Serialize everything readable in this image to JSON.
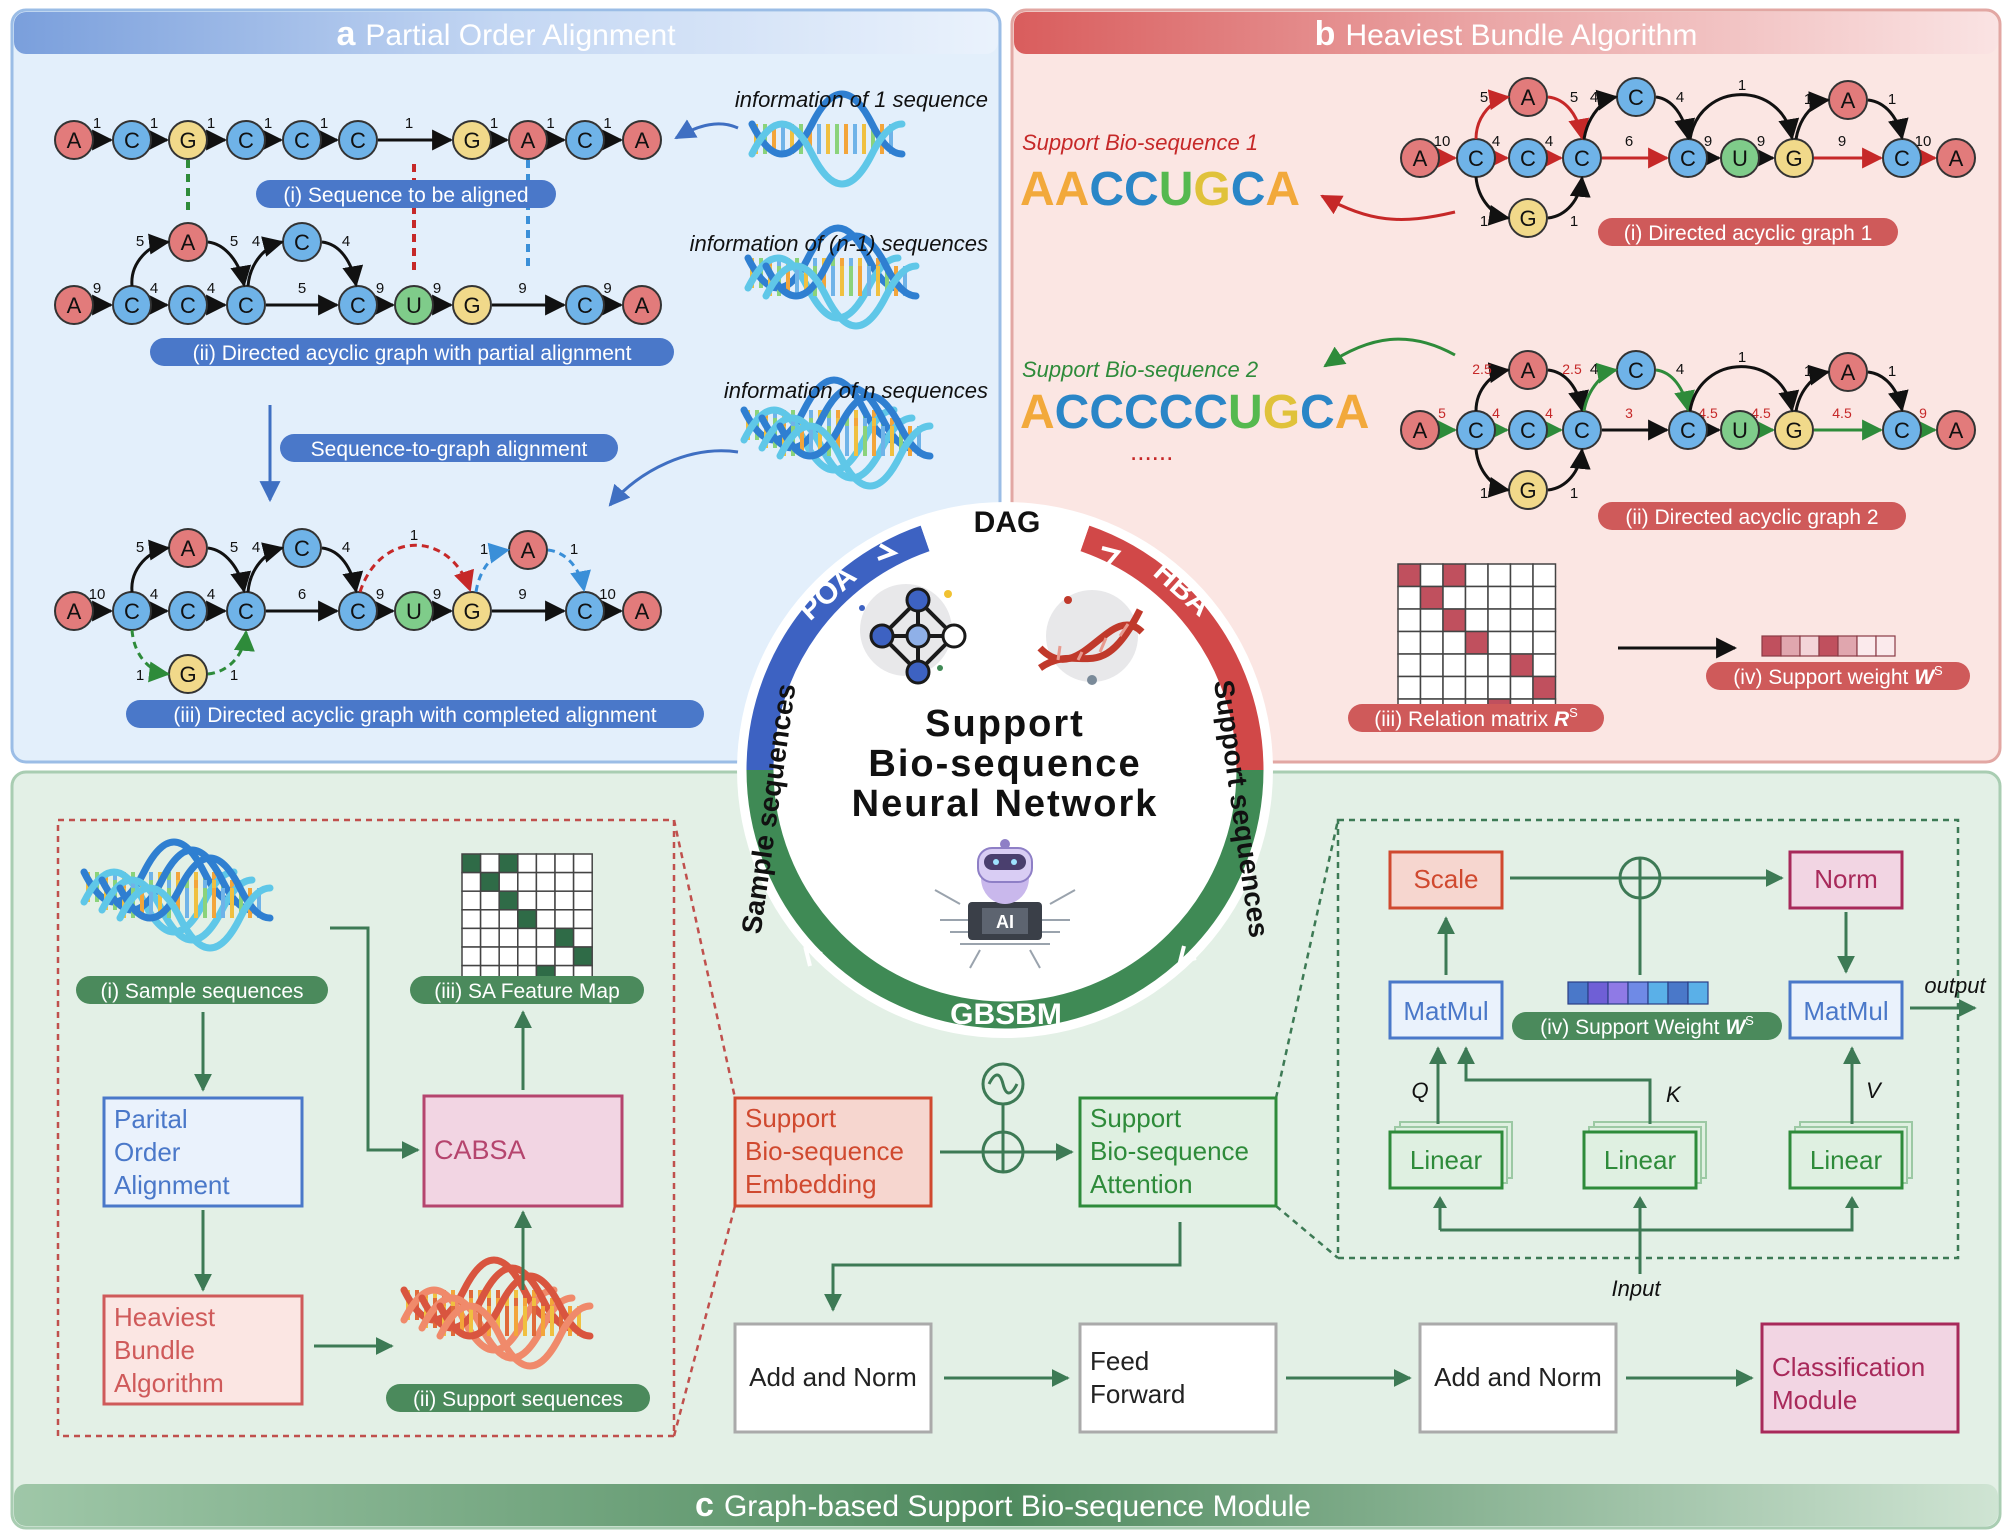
{
  "panel_a": {
    "letter": "a",
    "title": "Partial Order Alignment",
    "info_1": "information of 1 sequence",
    "info_n1": "information of (n-1) sequences",
    "info_n": "information of n sequences",
    "label_i": "(i) Sequence to be aligned",
    "label_ii": "(ii) Directed acyclic graph with partial alignment",
    "label_iii": "(iii) Directed acyclic graph with completed alignment",
    "s2g": "Sequence-to-graph alignment",
    "row1": {
      "nodes": [
        "A",
        "C",
        "G",
        "C",
        "C",
        "C",
        "G",
        "A",
        "C",
        "A"
      ],
      "weights": [
        "1",
        "1",
        "1",
        "1",
        "1",
        "1",
        "1",
        "1",
        "1"
      ]
    },
    "row2": {
      "nodes": [
        "A",
        "C",
        "C",
        "C",
        "C",
        "U",
        "G",
        "C",
        "A"
      ],
      "top_nodes": [
        "A",
        "C"
      ],
      "weights": [
        "9",
        "4",
        "4",
        "5",
        "9",
        "9",
        "9",
        "9"
      ],
      "arc_w": [
        "5",
        "5",
        "4",
        "4"
      ]
    },
    "row3": {
      "nodes": [
        "A",
        "C",
        "C",
        "C",
        "C",
        "U",
        "G",
        "C",
        "A"
      ],
      "top_nodes": [
        "A",
        "C",
        "A"
      ],
      "bottom_node": "G",
      "weights": [
        "10",
        "4",
        "4",
        "6",
        "9",
        "9",
        "9",
        "10"
      ],
      "arc_w": [
        "5",
        "5",
        "4",
        "4",
        "1",
        "1",
        "1",
        "1",
        "1"
      ]
    }
  },
  "panel_b": {
    "letter": "b",
    "title": "Heaviest Bundle Algorithm",
    "support_1": "Support Bio-sequence 1",
    "seq_1": [
      "A",
      "A",
      "C",
      "C",
      "U",
      "G",
      "C",
      "A"
    ],
    "support_2": "Support Bio-sequence 2",
    "seq_2": [
      "A",
      "C",
      "C",
      "C",
      "C",
      "C",
      "U",
      "G",
      "C",
      "A"
    ],
    "dots": "......",
    "dag1_label": "(i) Directed acyclic graph 1",
    "dag2_label": "(ii) Directed acyclic graph 2",
    "relation_label": "(iii) Relation matrix",
    "relation_sym": "R",
    "relation_sup": "S",
    "weight_label": "(iv) Support weight",
    "weight_sym": "W",
    "weight_sup": "S",
    "dag1": {
      "nodes": [
        "A",
        "C",
        "C",
        "C",
        "C",
        "U",
        "G",
        "C",
        "A"
      ],
      "top_nodes": [
        "A",
        "C",
        "A"
      ],
      "bottom_node": "G",
      "weights": [
        "10",
        "4",
        "4",
        "6",
        "9",
        "9",
        "9",
        "10"
      ],
      "arc_w": [
        "5",
        "5",
        "4",
        "4",
        "1",
        "1",
        "1",
        "1"
      ]
    },
    "dag2": {
      "nodes": [
        "A",
        "C",
        "C",
        "C",
        "C",
        "U",
        "G",
        "C",
        "A"
      ],
      "top_nodes": [
        "A",
        "C",
        "A"
      ],
      "bottom_node": "G",
      "weights": [
        "5",
        "4",
        "4",
        "3",
        "4.5",
        "4.5",
        "4.5",
        "9"
      ],
      "arc_w": [
        "2.5",
        "2.5",
        "4",
        "4",
        "1",
        "1",
        "1",
        "1"
      ]
    }
  },
  "center": {
    "title_1": "Support",
    "title_2": "Bio-sequence",
    "title_3": "Neural Network",
    "dag": "DAG",
    "poa": "POA",
    "hba": "HBA",
    "gbsbm": "GBSBM",
    "sample": "Sample sequences",
    "support": "Support sequences"
  },
  "panel_c": {
    "letter": "c",
    "title": "Graph-based Support Bio-sequence Module",
    "sample_label": "(i) Sample sequences",
    "support_label": "(ii) Support sequences",
    "sa_label": "(iii) SA Feature Map",
    "poa_box": [
      "Parital",
      "Order",
      "Alignment"
    ],
    "hba_box": [
      "Heaviest",
      "Bundle",
      "Algorithm"
    ],
    "cabsa": "CABSA",
    "embed": [
      "Support",
      "Bio-sequence",
      "Embedding"
    ],
    "attention": [
      "Support",
      "Bio-sequence",
      "Attention"
    ],
    "add_norm_1": "Add and Norm",
    "feed": [
      "Feed",
      "Forward"
    ],
    "add_norm_2": "Add and Norm",
    "classify": [
      "Classification",
      "Module"
    ],
    "scale": "Scale",
    "norm": "Norm",
    "matmul_1": "MatMul",
    "matmul_2": "MatMul",
    "sw_label": "(iv) Support Weight",
    "sw_sym": "W",
    "sw_sup": "S",
    "output": "output",
    "q": "Q",
    "k": "K",
    "v": "V",
    "linear": "Linear",
    "input": "Input"
  },
  "colors": {
    "A": "#e27b7b",
    "C": "#6fb3e8",
    "G": "#f1d98a",
    "U": "#7fcc8a",
    "seq_A": "#f2a93b",
    "seq_C": "#2a86c7",
    "seq_U": "#55b94f",
    "seq_G": "#e0c23a"
  }
}
